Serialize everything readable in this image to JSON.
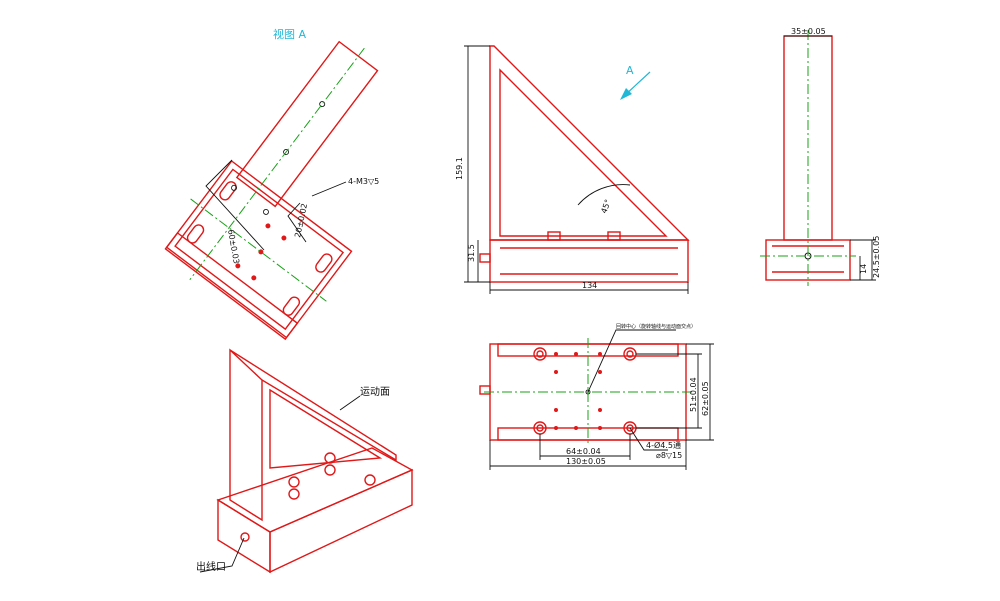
{
  "labels": {
    "view_a_title": "视图 A",
    "arrow_a": "A",
    "motion_surface": "运动面",
    "cable_outlet": "出线口"
  },
  "colors": {
    "outline": "#e01818",
    "centerline": "#18a018",
    "dimension": "#111111",
    "view_marker": "#21b7d6",
    "background": "#ffffff"
  },
  "dims": {
    "view_a": {
      "thread": "4-M3▽5",
      "spacing_long": "60±0.03",
      "spacing_short": "20±0.02"
    },
    "front": {
      "height": "159.1",
      "base_height": "31.5",
      "width": "134",
      "angle": "45°"
    },
    "side": {
      "top_width": "35±0.05",
      "base_height": "24.5±0.05",
      "center_height": "14"
    },
    "top": {
      "note": "回转中心（旋转轴线与运动面交点）",
      "hole_spacing_y": "51±0.04",
      "overall_y": "62±0.05",
      "hole_spacing_x": "64±0.04",
      "overall_x": "130±0.05",
      "holes": "4-Ø4.5通",
      "counterbore": "⌀8▽15"
    }
  }
}
